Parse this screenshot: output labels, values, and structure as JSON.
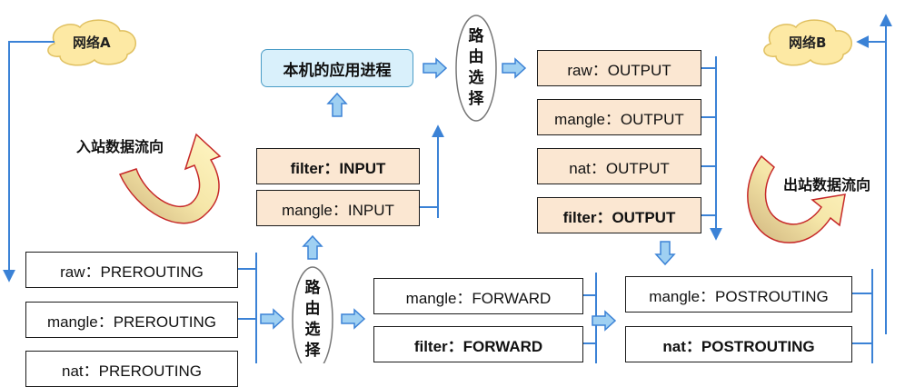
{
  "clouds": {
    "network_a": "网络A",
    "network_b": "网络B"
  },
  "flow_labels": {
    "inbound": "入站数据流向",
    "outbound": "出站数据流向"
  },
  "app_process": "本机的应用进程",
  "routing_top": [
    "路",
    "由",
    "选",
    "择"
  ],
  "routing_bottom": [
    "路",
    "由",
    "选",
    "择"
  ],
  "input_chain": [
    {
      "label": "filter：INPUT",
      "style": "beige-bold"
    },
    {
      "label": "mangle：INPUT",
      "style": "beige"
    }
  ],
  "output_chain": [
    {
      "label": "raw：OUTPUT",
      "style": "beige"
    },
    {
      "label": "mangle：OUTPUT",
      "style": "beige"
    },
    {
      "label": "nat：OUTPUT",
      "style": "beige"
    },
    {
      "label": "filter：OUTPUT",
      "style": "beige-bold"
    }
  ],
  "prerouting_chain": [
    {
      "label": "raw：PREROUTING",
      "style": "white"
    },
    {
      "label": "mangle：PREROUTING",
      "style": "white"
    },
    {
      "label": "nat：PREROUTING",
      "style": "white"
    }
  ],
  "forward_chain": [
    {
      "label": "mangle：FORWARD",
      "style": "white"
    },
    {
      "label": "filter：FORWARD",
      "style": "white-bold"
    }
  ],
  "postrouting_chain": [
    {
      "label": "mangle：POSTROUTING",
      "style": "white"
    },
    {
      "label": "nat：POSTROUTING",
      "style": "white-bold"
    }
  ],
  "colors": {
    "line": "#3b82d6",
    "arrow_fill": "#9fd0f2",
    "arrow_stroke": "#3b82d6",
    "cloud": "#fde9a4",
    "box_beige": "#fbe7d2",
    "app_box": "#d9f0fb",
    "curve_fill_light": "#fff4b3",
    "curve_fill_dark": "#d8c08c",
    "curve_stroke": "#c62828"
  }
}
